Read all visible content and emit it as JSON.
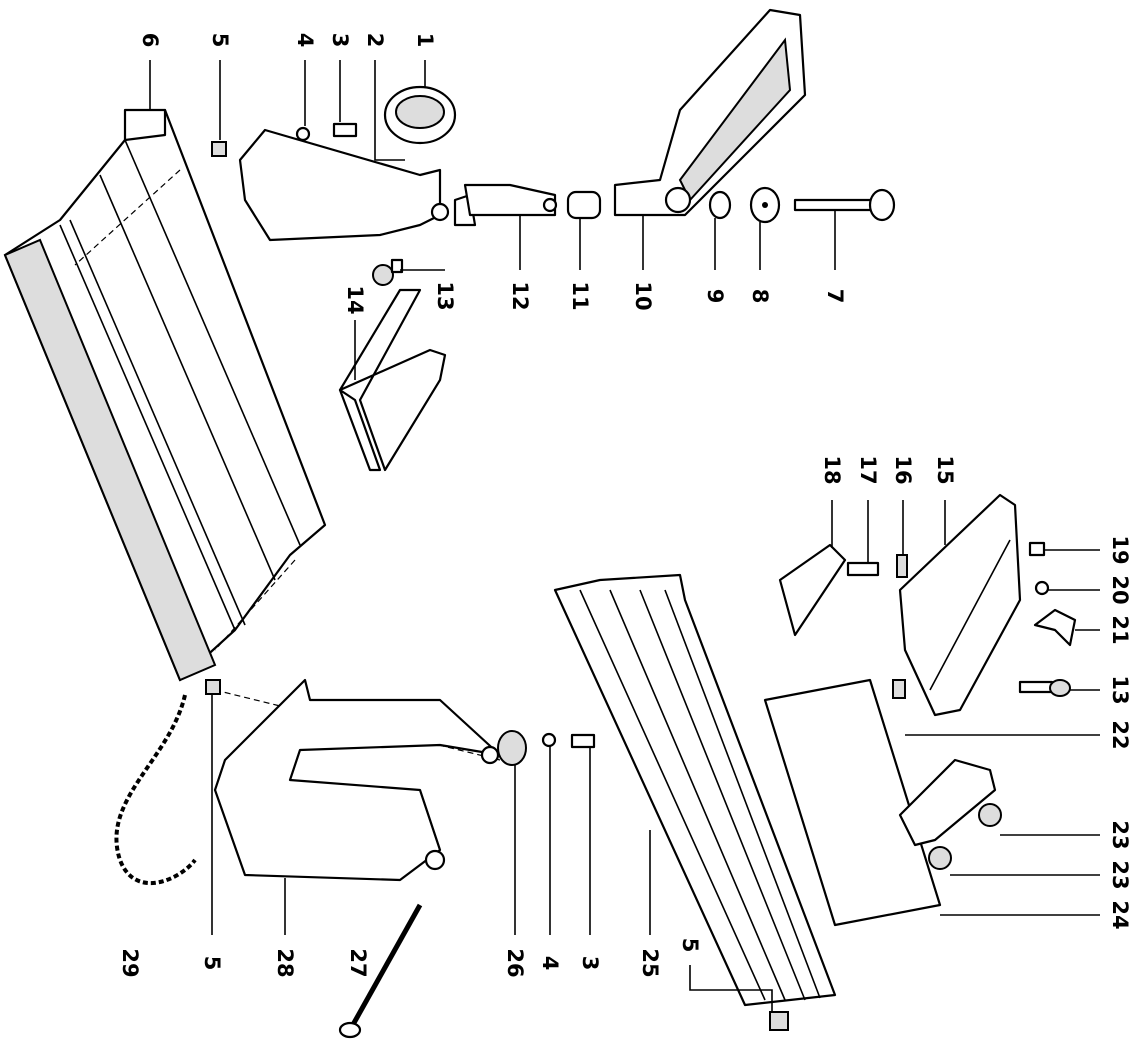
{
  "diagram": {
    "type": "exploded parts diagram",
    "labels": {
      "top_1": "1",
      "top_2": "2",
      "top_3": "3",
      "top_4": "4",
      "top_5": "5",
      "top_6": "6",
      "mid_7": "7",
      "mid_8": "8",
      "mid_9": "9",
      "mid_10": "10",
      "mid_11": "11",
      "mid_12": "12",
      "mid_13": "13",
      "mid_14": "14",
      "r_15": "15",
      "r_16": "16",
      "r_17": "17",
      "r_18": "18",
      "r_19": "19",
      "r_20": "20",
      "r_21": "21",
      "r_13": "13",
      "r_22": "22",
      "r_23a": "23",
      "r_23b": "23",
      "r_24": "24",
      "b_29": "29",
      "b_5": "5",
      "b_28": "28",
      "b_27": "27",
      "b_26": "26",
      "b_4": "4",
      "b_3": "3",
      "b_25": "25",
      "b_5b": "5"
    }
  }
}
